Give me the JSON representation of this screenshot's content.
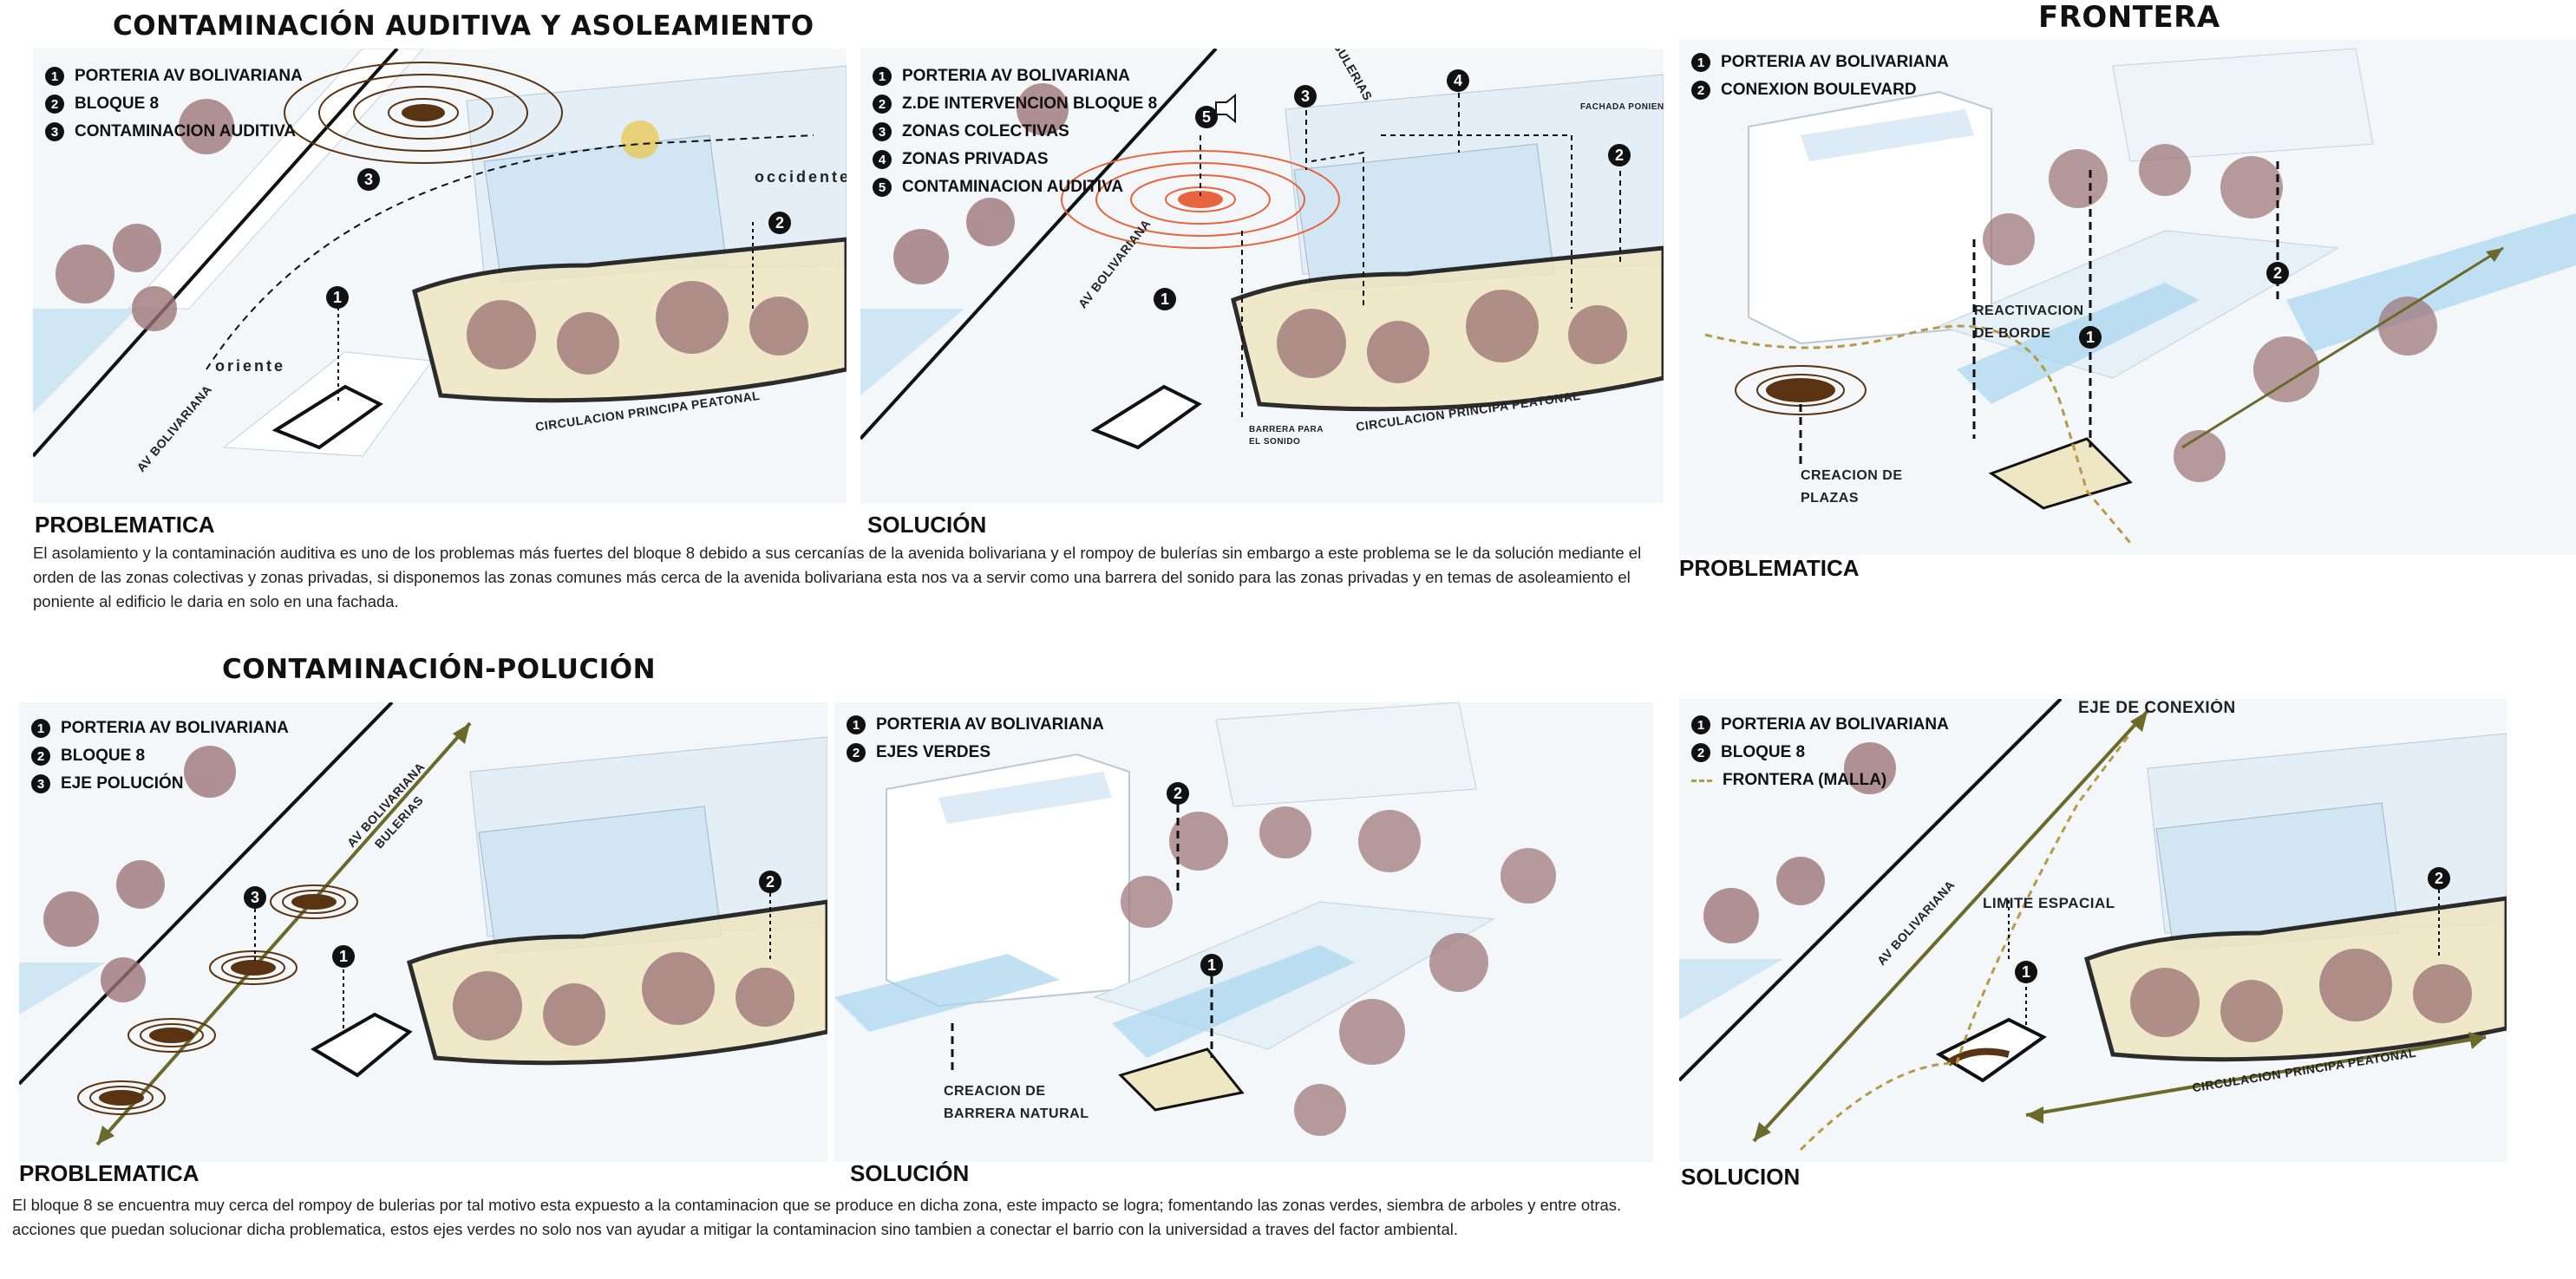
{
  "sections": {
    "auditiva_title": "CONTAMINACIÓN AUDITIVA  Y ASOLEAMIENTO",
    "frontera_title": "FRONTERA",
    "polucion_title": "CONTAMINACIÓN-POLUCIÓN"
  },
  "panel1": {
    "caption": "PROBLEMATICA",
    "legend": [
      {
        "n": "1",
        "text": "PORTERIA AV BOLIVARIANA"
      },
      {
        "n": "2",
        "text": "BLOQUE 8"
      },
      {
        "n": "3",
        "text": "CONTAMINACION AUDITIVA"
      }
    ],
    "labels": {
      "occidente": "occidente",
      "oriente": "oriente",
      "avenue": "AV BOLIVARIANA",
      "circulation": "CIRCULACION PRINCIPA PEATONAL"
    }
  },
  "panel2": {
    "caption": "SOLUCIÓN",
    "legend": [
      {
        "n": "1",
        "text": "PORTERIA AV BOLIVARIANA"
      },
      {
        "n": "2",
        "text": "Z.DE INTERVENCION BLOQUE 8"
      },
      {
        "n": "3",
        "text": "ZONAS COLECTIVAS"
      },
      {
        "n": "4",
        "text": "ZONAS PRIVADAS"
      },
      {
        "n": "5",
        "text": "CONTAMINACION AUDITIVA"
      }
    ],
    "labels": {
      "bulerias": "BULERIAS",
      "fachada": "FACHADA PONIENTE",
      "avenue": "AV BOLIVARIANA",
      "barrera_1": "BARRERA PARA",
      "barrera_2": "EL SONIDO",
      "circulation": "CIRCULACION PRINCIPA PEATONAL"
    }
  },
  "panel3": {
    "caption": "PROBLEMATICA",
    "legend": [
      {
        "n": "1",
        "text": "PORTERIA AV BOLIVARIANA"
      },
      {
        "n": "2",
        "text": "CONEXION BOULEVARD"
      }
    ],
    "labels": {
      "reactivacion_1": "REACTIVACION",
      "reactivacion_2": "DE BORDE",
      "plazas_1": "CREACION DE",
      "plazas_2": "PLAZAS"
    }
  },
  "panel4": {
    "caption": "PROBLEMATICA",
    "legend": [
      {
        "n": "1",
        "text": "PORTERIA AV BOLIVARIANA"
      },
      {
        "n": "2",
        "text": "BLOQUE 8"
      },
      {
        "n": "3",
        "text": "EJE POLUCIÓN"
      }
    ],
    "labels": {
      "avenue": "AV BOLIVARIANA",
      "bulerias": "BULERIAS"
    }
  },
  "panel5": {
    "caption": "SOLUCIÓN",
    "legend": [
      {
        "n": "1",
        "text": "PORTERIA AV BOLIVARIANA"
      },
      {
        "n": "2",
        "text": "EJES VERDES"
      }
    ],
    "labels": {
      "barrera_1": "CREACION DE",
      "barrera_2": "BARRERA NATURAL"
    }
  },
  "panel6": {
    "caption": "SOLUCION",
    "legend": [
      {
        "n": "1",
        "text": "PORTERIA AV BOLIVARIANA"
      },
      {
        "n": "2",
        "text": "BLOQUE 8"
      },
      {
        "n": "",
        "text": "FRONTERA (MALLA)"
      }
    ],
    "labels": {
      "eje": "EJE DE CONEXIÓN",
      "limite": "LIMITE ESPACIAL",
      "avenue": "AV BOLIVARIANA",
      "circulation": "CIRCULACION PRINCIPA PEATONAL"
    }
  },
  "paragraphs": {
    "auditiva": "El asolamiento y la contaminación auditiva es uno de los problemas más fuertes del bloque 8 debido a sus cercanías de la avenida bolivariana y el rompoy de bulerías sin embargo a este problema se le da solución mediante el orden de las zonas colectivas y zonas privadas, si disponemos las zonas comunes más cerca de la avenida bolivariana esta nos va a servir como una barrera del sonido para las zonas privadas y en temas de asoleamiento el poniente al edificio le daria en solo en una fachada.",
    "polucion": "El bloque 8 se encuentra muy cerca del rompoy de bulerias por tal motivo esta expuesto a la contaminacion que se produce en dicha zona, este impacto se logra;  fomentando las zonas verdes, siembra de arboles y entre otras. acciones que puedan solucionar dicha problematica, estos ejes verdes no solo nos van ayudar a mitigar la contaminacion sino tambien a conectar el barrio con  la universidad a traves del factor ambiental."
  },
  "colors": {
    "accent_brown": "#5a3412",
    "zone_yellow": "#efe6c3",
    "sky_blue": "#a8d4ee",
    "tree_mauve": "#9c7476",
    "noise_orange": "#e8643c",
    "axis_olive": "#6b6a2a"
  }
}
